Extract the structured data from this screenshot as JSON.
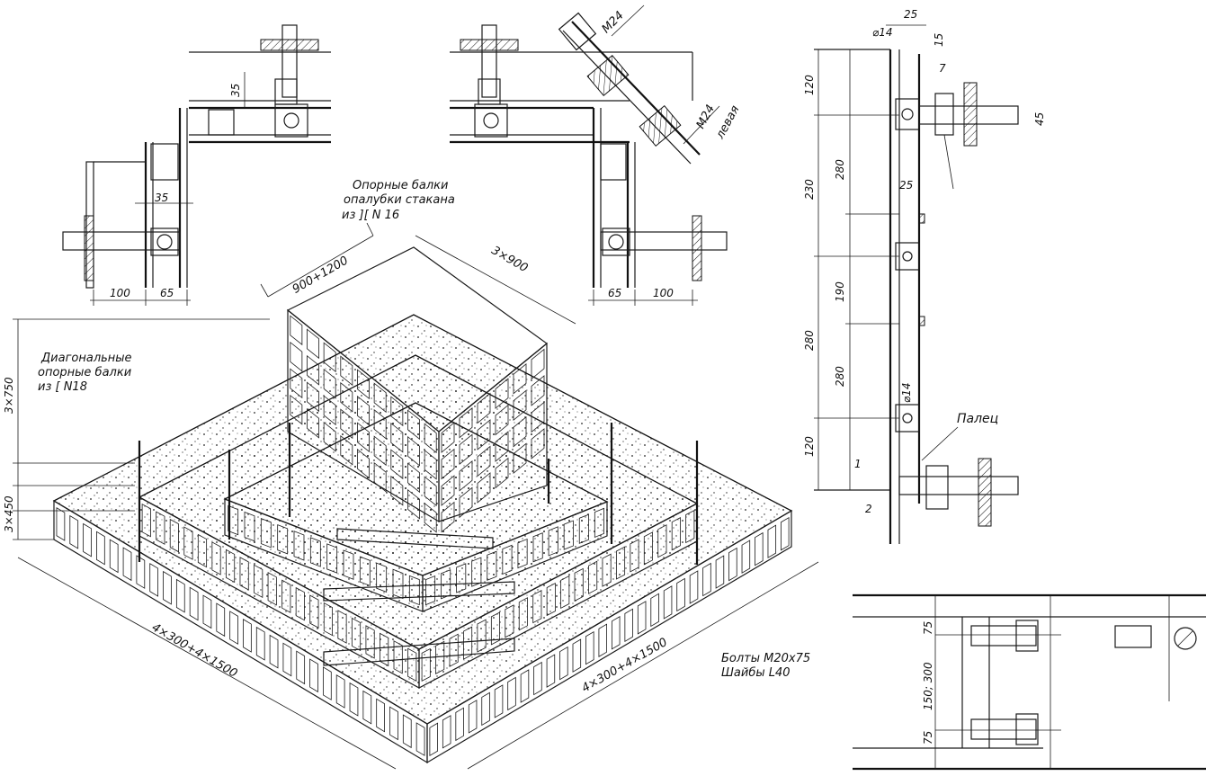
{
  "labels": {
    "support_beams_form": [
      "Опорные балки",
      "опалубки стакана",
      "из ][ N 16"
    ],
    "diagonal_beams": [
      "Диагональные",
      "опорные балки",
      "из [ N18"
    ],
    "pin": "Палец",
    "bolts": [
      "Болты М20х75",
      "Шайбы L40"
    ],
    "bolt_m24": "М24",
    "bolt_m24_left": [
      "М24",
      "левая"
    ]
  },
  "dimensions": {
    "top_width": "900+1200",
    "top_depth": "3×900",
    "height_upper": "3×750",
    "height_lower": "3×450",
    "base_left": "4×300+4×1500",
    "base_right": "4×300+4×1500",
    "detail1_35a": "35",
    "detail1_35b": "35",
    "detail1_100": "100",
    "detail1_65": "65",
    "detail2_65": "65",
    "detail2_100": "100",
    "side_25a": "25",
    "side_d14a": "⌀14",
    "side_15": "15",
    "side_7": "7",
    "side_45": "45",
    "side_25b": "25",
    "side_120a": "120",
    "side_280a": "280",
    "side_230": "230",
    "side_190": "190",
    "side_280b": "280",
    "side_280c": "280",
    "side_d14b": "⌀14",
    "side_120b": "120",
    "side_1": "1",
    "side_2": "2",
    "bottom_75a": "75",
    "bottom_150_300": "150; 300",
    "bottom_75b": "75"
  }
}
